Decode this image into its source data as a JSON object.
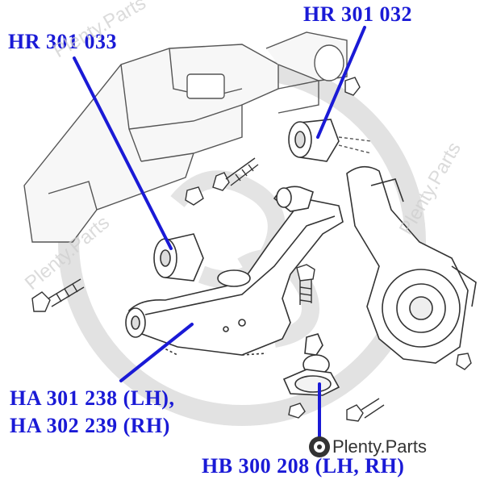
{
  "labels": {
    "hr_301_033": "HR 301 033",
    "hr_301_032": "HR 301 032",
    "ha_lh": "HA 301 238 (LH),",
    "ha_rh": "HA 302 239 (RH)",
    "hb": "HB 300 208 (LH, RH)"
  },
  "watermark": {
    "brand_text": "Plenty.Parts",
    "repeat_text": "Plenty.Parts"
  },
  "colors": {
    "label": "#1a1ad6",
    "leader": "#1a1ad6",
    "line_art": "#555555",
    "watermark": "#d0d0d0"
  }
}
